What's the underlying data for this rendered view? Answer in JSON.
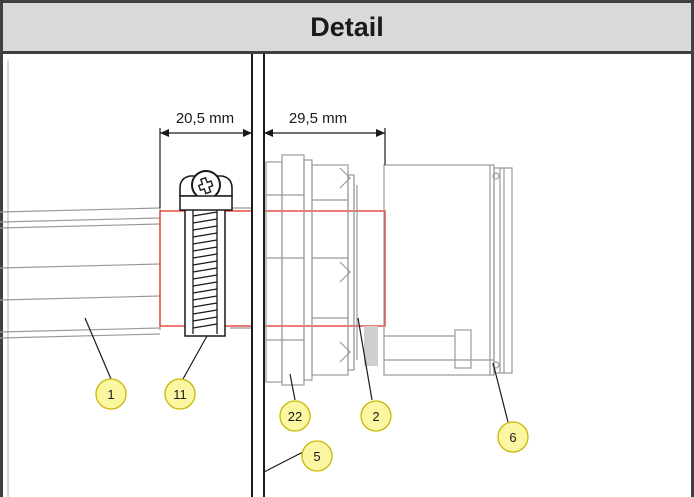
{
  "header": {
    "title": "Detail"
  },
  "dimensions": {
    "left": "20,5 mm",
    "right": "29,5 mm"
  },
  "callouts": [
    {
      "id": "callout-1",
      "label": "1"
    },
    {
      "id": "callout-11",
      "label": "11"
    },
    {
      "id": "callout-22",
      "label": "22"
    },
    {
      "id": "callout-2",
      "label": "2"
    },
    {
      "id": "callout-5",
      "label": "5"
    },
    {
      "id": "callout-6",
      "label": "6"
    }
  ],
  "colors": {
    "header_bg": "#d9d9d9",
    "frame": "#404040",
    "outline": "#9a9a9a",
    "highlight": "#e4312b",
    "callout_fill": "#fbf6a2",
    "callout_stroke": "#c9b800"
  }
}
